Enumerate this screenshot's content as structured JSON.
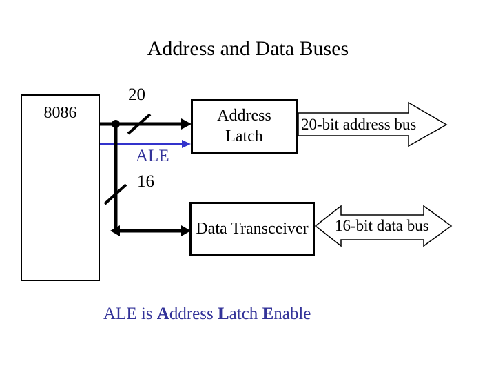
{
  "title": "Address and Data Buses",
  "colors": {
    "diagram_black": "#000000",
    "ale_line_blue": "#3333cc",
    "blue_text": "#333399",
    "background": "#ffffff"
  },
  "diagram": {
    "cpu": {
      "label": "8086"
    },
    "address_latch": {
      "line1": "Address",
      "line2": "Latch"
    },
    "data_transceiver": {
      "label": "Data Transceiver"
    },
    "labels": {
      "address_width": "20",
      "ale": "ALE",
      "data_width": "16",
      "address_bus": "20-bit address bus",
      "data_bus": "16-bit data bus"
    }
  },
  "caption": {
    "text1": "ALE is ",
    "b1": "A",
    "t1": "ddress ",
    "b2": "L",
    "t2": "atch ",
    "b3": "E",
    "t3": "nable"
  }
}
